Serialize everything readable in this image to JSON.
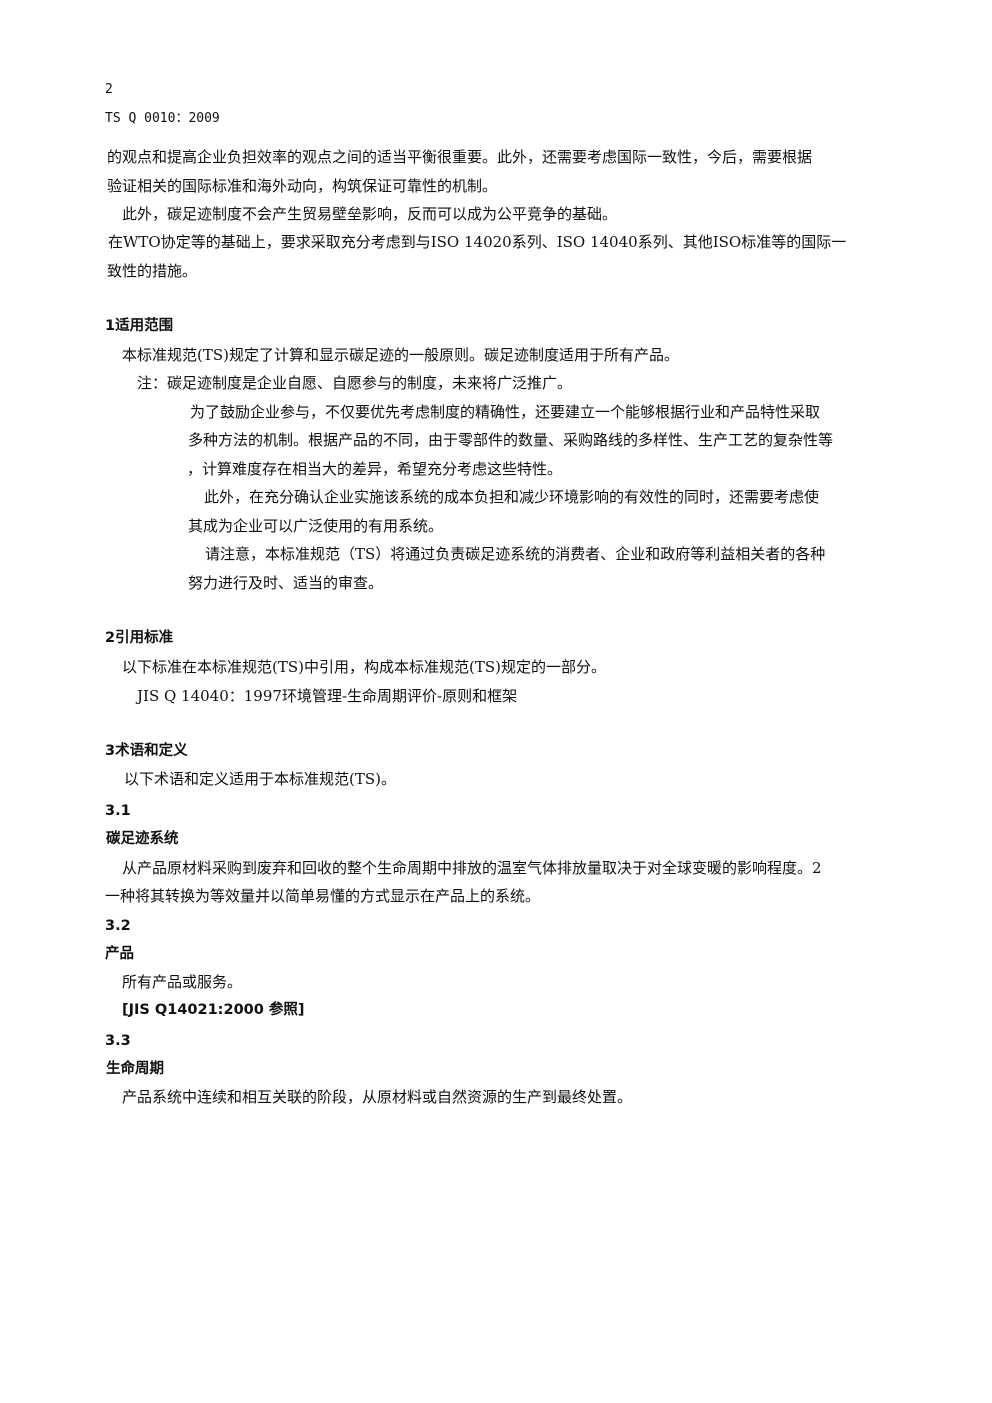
{
  "header": {
    "page_number": "2",
    "doc_code": "TS Q 0010：2009"
  },
  "intro": {
    "line1": "的观点和提高企业负担效率的观点之间的适当平衡很重要。此外，还需要考虑国际一致性，今后，需要根据",
    "line2": "验证相关的国际标准和海外动向，构筑保证可靠性的机制。",
    "line3": "此外，碳足迹制度不会产生贸易壁垒影响，反而可以成为公平竞争的基础。",
    "line4": "在WTO协定等的基础上，要求采取充分考虑到与ISO 14020系列、ISO 14040系列、其他ISO标准等的国际一",
    "line5": "致性的措施。"
  },
  "section1": {
    "title": "1适用范围",
    "line1": "本标准规范(TS)规定了计算和显示碳足迹的一般原则。碳足迹制度适用于所有产品。",
    "note": "注：碳足迹制度是企业自愿、自愿参与的制度，未来将广泛推广。",
    "p1_l1": "为了鼓励企业参与，不仅要优先考虑制度的精确性，还要建立一个能够根据行业和产品特性采取",
    "p1_l2": "多种方法的机制。根据产品的不同，由于零部件的数量、采购路线的多样性、生产工艺的复杂性等",
    "p1_l3": "，计算难度存在相当大的差异，希望充分考虑这些特性。",
    "p2_l1": "此外，在充分确认企业实施该系统的成本负担和减少环境影响的有效性的同时，还需要考虑使",
    "p2_l2": "其成为企业可以广泛使用的有用系统。",
    "p3_l1": "请注意，本标准规范（TS）将通过负责碳足迹系统的消费者、企业和政府等利益相关者的各种",
    "p3_l2": "努力进行及时、适当的审查。"
  },
  "section2": {
    "title": "2引用标准",
    "line1": "以下标准在本标准规范(TS)中引用，构成本标准规范(TS)规定的一部分。",
    "line2": "JIS Q 14040：1997环境管理-生命周期评价-原则和框架"
  },
  "section3": {
    "title": "3术语和定义",
    "line1": "以下术语和定义适用于本标准规范(TS)。",
    "t31_num": "3.1",
    "t31_term": "碳足迹系统",
    "t31_l1": "从产品原材料采购到废弃和回收的整个生命周期中排放的温室气体排放量取决于对全球变暖的影响程度。2",
    "t31_l2": "一种将其转换为等效量并以简单易懂的方式显示在产品上的系统。",
    "t32_num": "3.2",
    "t32_term": "产品",
    "t32_l1": "所有产品或服务。",
    "t32_ref": "[JIS Q14021:2000 参照]",
    "t33_num": "3.3",
    "t33_term": "生命周期",
    "t33_l1": "产品系统中连续和相互关联的阶段，从原材料或自然资源的生产到最终处置。"
  }
}
